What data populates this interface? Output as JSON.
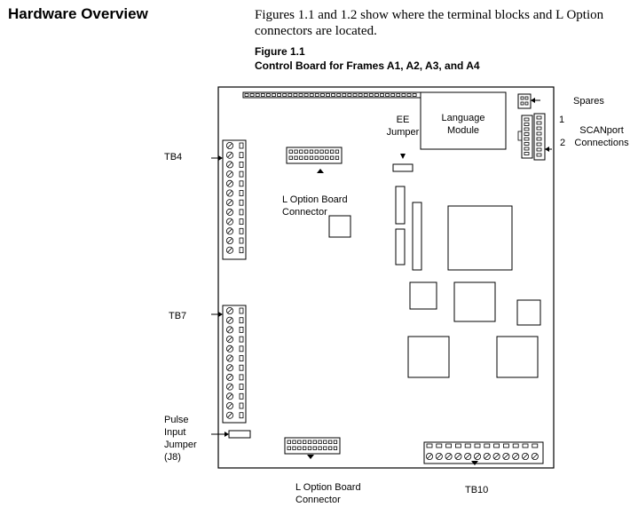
{
  "heading": "Hardware Overview",
  "intro_line1": "Figures 1.1 and 1.2 show where the terminal blocks and L Option",
  "intro_line2": "connectors are located.",
  "figure": {
    "number": "Figure 1.1",
    "caption": "Control Board for Frames A1, A2, A3, and A4"
  },
  "labels": {
    "spares": "Spares",
    "scanport_1": "1",
    "scanport_2": "2",
    "scanport_line1": "SCANport",
    "scanport_line2": "Connections",
    "ee_line1": "EE",
    "ee_line2": "Jumper",
    "language_line1": "Language",
    "language_line2": "Module",
    "tb4": "TB4",
    "tb7": "TB7",
    "tb10": "TB10",
    "lopt_top_line1": "L Option Board",
    "lopt_top_line2": "Connector",
    "lopt_bottom_line1": "L Option Board",
    "lopt_bottom_line2": "Connector",
    "pulse_line1": "Pulse",
    "pulse_line2": "Input",
    "pulse_line3": "Jumper",
    "pulse_line4": "(J8)"
  }
}
